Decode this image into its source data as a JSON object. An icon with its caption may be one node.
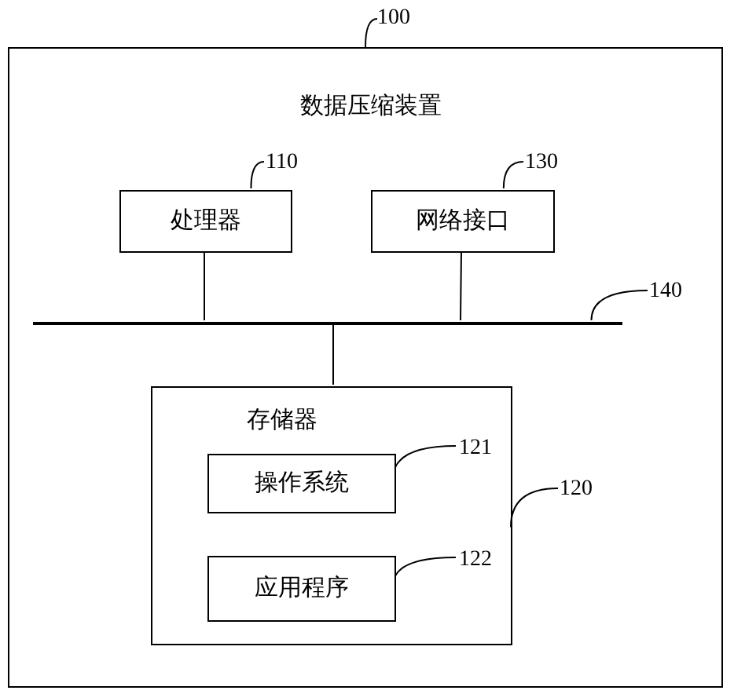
{
  "diagram": {
    "nodes": [
      {
        "text": [
          "数据压缩装置"
        ]
      },
      {
        "text": [
          "处理器"
        ],
        "in": 0
      },
      {
        "text": [
          "网络接口"
        ],
        "in": 0
      },
      {
        "text": [],
        "shape": "bar",
        "in": 0
      },
      {
        "text": [
          "存储器"
        ],
        "in": 0
      },
      {
        "text": [
          "操作系统"
        ],
        "in": 4
      },
      {
        "text": [
          "应用程序"
        ],
        "in": 4
      },
      {
        "text": [
          "100"
        ]
      },
      {
        "text": [
          "110"
        ],
        "in": 0
      },
      {
        "text": [
          "130"
        ],
        "in": 0
      },
      {
        "text": [
          "140"
        ],
        "in": 0
      },
      {
        "text": [
          "120"
        ],
        "in": 0
      },
      {
        "text": [
          "121"
        ],
        "in": 4
      },
      {
        "text": [
          "122"
        ],
        "in": 4
      }
    ],
    "edges": [
      {
        "from": 1,
        "to": 3,
        "arrow": "none"
      },
      {
        "from": 2,
        "to": 3,
        "arrow": "none"
      },
      {
        "from": 3,
        "to": 4,
        "arrow": "none"
      },
      {
        "from": 7,
        "to": 0,
        "arrow": "none"
      },
      {
        "from": 8,
        "to": 1,
        "arrow": "none"
      },
      {
        "from": 9,
        "to": 2,
        "arrow": "none"
      },
      {
        "from": 10,
        "to": 3,
        "arrow": "none"
      },
      {
        "from": 11,
        "to": 4,
        "arrow": "none"
      },
      {
        "from": 12,
        "to": 5,
        "arrow": "none"
      },
      {
        "from": 13,
        "to": 6,
        "arrow": "none"
      }
    ]
  }
}
